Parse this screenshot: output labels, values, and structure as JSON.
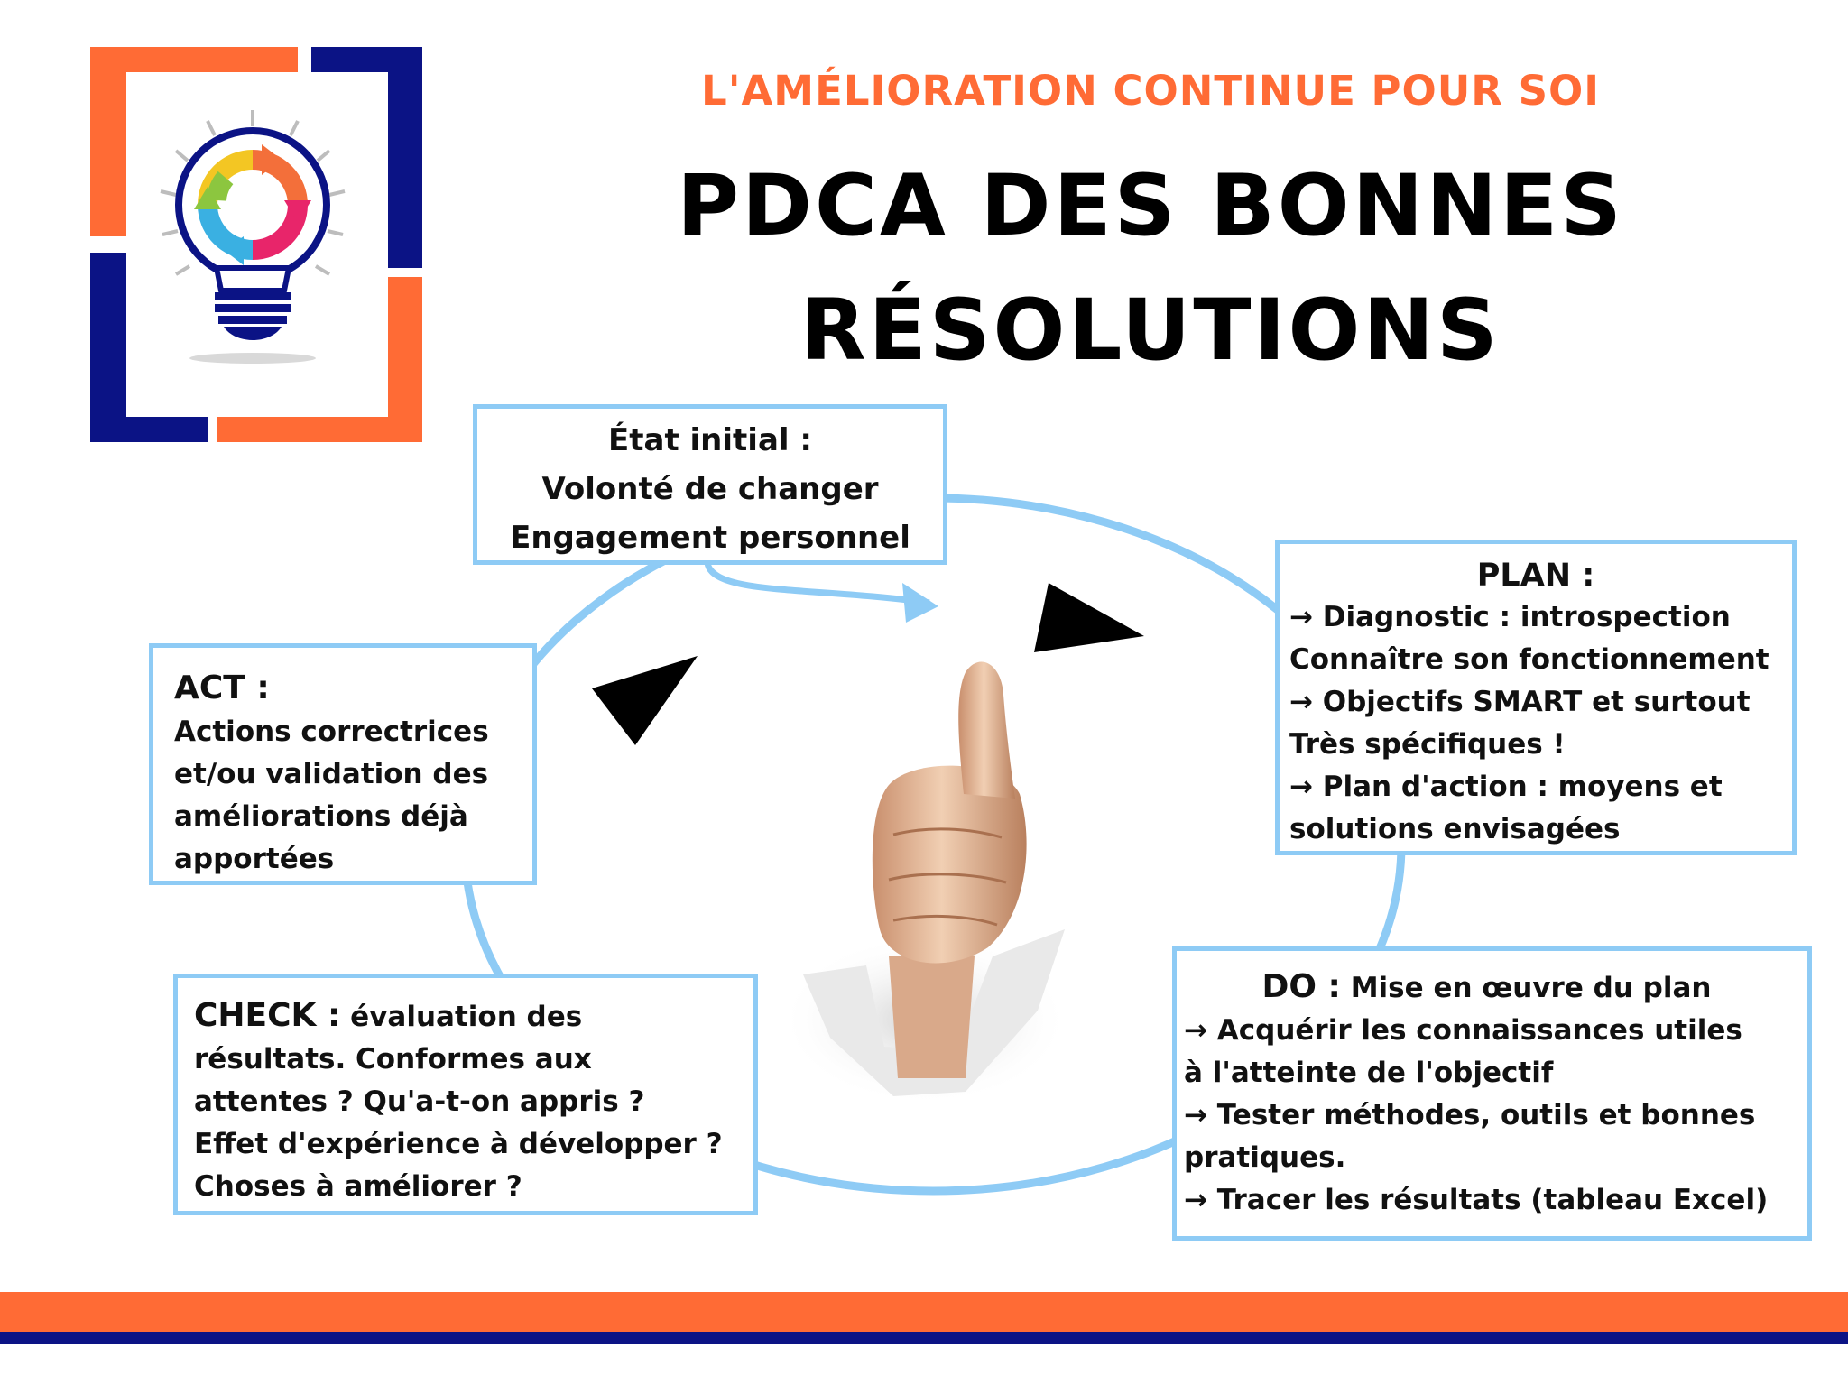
{
  "header": {
    "subtitle": "L'AMÉLIORATION CONTINUE POUR SOI",
    "title_line1": "PDCA DES BONNES",
    "title_line2": "RÉSOLUTIONS"
  },
  "colors": {
    "accent_orange": "#ff6b35",
    "navy": "#0b1385",
    "cycle_blue": "#8ecbf5",
    "arrowhead": "#000000"
  },
  "icons": {
    "logo": "lightbulb-cycle-icon",
    "center": "thumbs-up-image"
  },
  "boxes": {
    "etat": {
      "lines": [
        "État initial :",
        "Volonté de changer",
        "Engagement personnel"
      ]
    },
    "plan": {
      "heading": "PLAN :",
      "lines": [
        "→ Diagnostic : introspection",
        "Connaître son fonctionnement",
        "→ Objectifs SMART et surtout",
        "Très spécifiques !",
        "→ Plan d'action : moyens et",
        "solutions envisagées"
      ]
    },
    "act": {
      "heading": "ACT :",
      "lines": [
        "Actions correctrices",
        "et/ou validation des",
        "améliorations déjà",
        "apportées"
      ]
    },
    "check": {
      "heading": "CHECK :",
      "line1_rest": " évaluation des",
      "lines": [
        "résultats. Conformes aux",
        "attentes ? Qu'a-t-on appris ?",
        "Effet d'expérience à développer ?",
        "Choses à améliorer ?"
      ]
    },
    "do": {
      "heading": "DO :",
      "line1_rest": " Mise en œuvre du plan",
      "lines": [
        "→ Acquérir les connaissances utiles",
        "à l'atteinte de l'objectif",
        "→ Tester méthodes, outils et bonnes",
        "pratiques.",
        "→ Tracer les résultats (tableau Excel)"
      ]
    }
  }
}
